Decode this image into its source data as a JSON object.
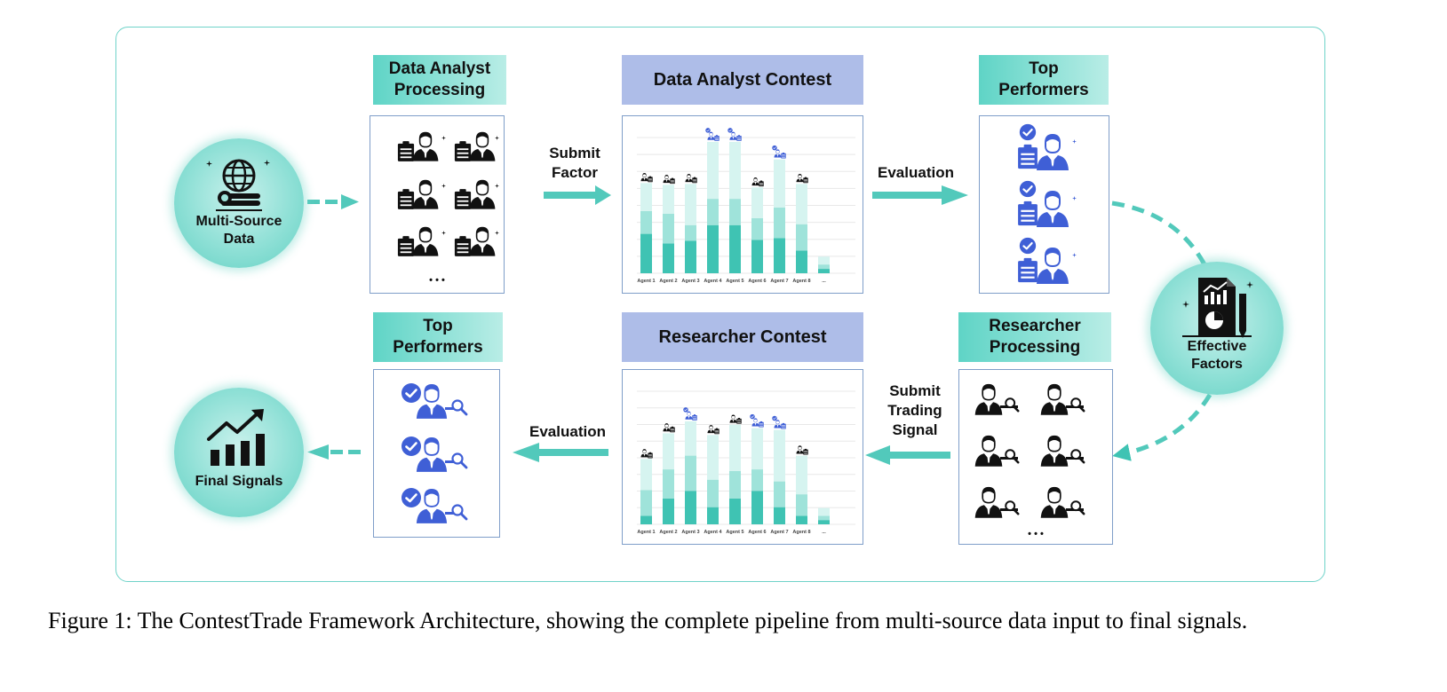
{
  "nodes": {
    "multi_source": "Multi-Source\nData",
    "effective_factors": "Effective\nFactors",
    "final_signals": "Final Signals"
  },
  "headers": {
    "data_analyst_processing": "Data Analyst\nProcessing",
    "data_analyst_contest": "Data Analyst Contest",
    "top_performers_1": "Top\nPerformers",
    "researcher_processing": "Researcher\nProcessing",
    "researcher_contest": "Researcher Contest",
    "top_performers_2": "Top\nPerformers"
  },
  "arrows": {
    "submit_factor": "Submit\nFactor",
    "evaluation_1": "Evaluation",
    "submit_trading_signal": "Submit\nTrading\nSignal",
    "evaluation_2": "Evaluation"
  },
  "ellipsis": "• • •",
  "colors": {
    "teal": "#3fc3b3",
    "teal_mid": "#9fe3da",
    "teal_light": "#d6f4f0",
    "blue_icon": "#3f5fd6",
    "frame": "#6fd3c9"
  },
  "icons": {
    "analyst": "clipboard-person-icon",
    "researcher": "person-magnifier-icon",
    "top_analyst": "checked-clipboard-person-icon",
    "top_researcher": "checked-person-magnifier-icon"
  },
  "chart_data": [
    {
      "type": "bar",
      "title": "",
      "categories": [
        "Agent 1",
        "Agent 2",
        "Agent 3",
        "Agent 4",
        "Agent 5",
        "Agent 6",
        "Agent 7",
        "Agent 8",
        "..."
      ],
      "series": [
        {
          "values": [
            0.45,
            0.34,
            0.37,
            0.55,
            0.55,
            0.38,
            0.4,
            0.26,
            0.05
          ]
        },
        {
          "values": [
            0.26,
            0.34,
            0.18,
            0.3,
            0.3,
            0.25,
            0.35,
            0.3,
            0.05
          ]
        },
        {
          "values": [
            0.32,
            0.33,
            0.47,
            0.65,
            0.65,
            0.35,
            0.55,
            0.46,
            0.09
          ]
        }
      ],
      "top_performer_marks": [
        "Agent 4",
        "Agent 5",
        "Agent 7"
      ]
    },
    {
      "type": "bar",
      "title": "",
      "categories": [
        "Agent 1",
        "Agent 2",
        "Agent 3",
        "Agent 4",
        "Agent 5",
        "Agent 6",
        "Agent 7",
        "Agent 8",
        "..."
      ],
      "series": [
        {
          "values": [
            0.1,
            0.3,
            0.39,
            0.2,
            0.3,
            0.39,
            0.2,
            0.1,
            0.05
          ]
        },
        {
          "values": [
            0.3,
            0.34,
            0.41,
            0.32,
            0.32,
            0.25,
            0.3,
            0.25,
            0.05
          ]
        },
        {
          "values": [
            0.36,
            0.42,
            0.4,
            0.52,
            0.54,
            0.48,
            0.6,
            0.45,
            0.09
          ]
        }
      ],
      "top_performer_marks": [
        "Agent 3",
        "Agent 6",
        "Agent 7"
      ]
    }
  ],
  "caption": "Figure 1: The ContestTrade Framework Architecture, showing the complete pipeline from multi-source data input to final signals."
}
